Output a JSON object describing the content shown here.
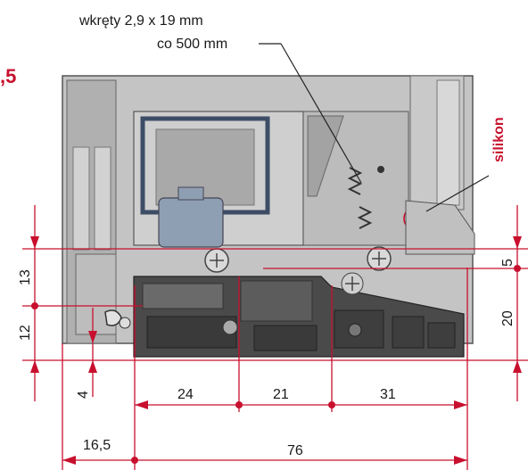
{
  "callout": {
    "screws_line1": "wkręty 2,9 x 19 mm",
    "screws_line2": "co 500 mm",
    "sealant": "silikon"
  },
  "corner_fragment": ",5",
  "dimensions": {
    "h_13": "13",
    "h_12": "12",
    "h_4": "4",
    "h_5": "5",
    "h_20": "20",
    "w_24": "24",
    "w_21": "21",
    "w_31": "31",
    "w_16_5": "16,5",
    "w_76": "76"
  },
  "colors": {
    "dimension": "#c8102e",
    "profile_light": "#b9b9b9",
    "profile_dark": "#4a4a4a",
    "seal_blue": "#8f9fb3"
  }
}
